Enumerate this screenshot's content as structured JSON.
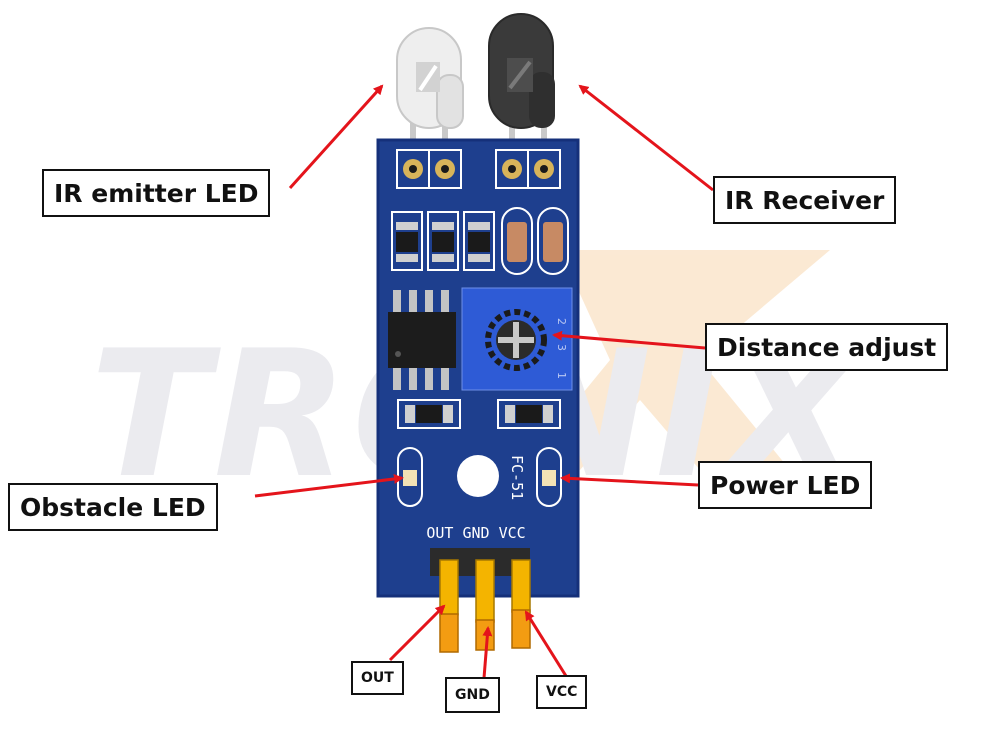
{
  "watermark": {
    "text": "TRONIX"
  },
  "board": {
    "model_text": "FC-51",
    "pin_header_text": "OUT GND VCC",
    "pot_markings": [
      "2",
      "3",
      "1"
    ]
  },
  "labels": {
    "ir_emitter": "IR emitter LED",
    "ir_receiver": "IR Receiver",
    "distance_adjust": "Distance adjust",
    "obstacle_led": "Obstacle LED",
    "power_led": "Power LED",
    "pin_out": "OUT",
    "pin_gnd": "GND",
    "pin_vcc": "VCC"
  },
  "colors": {
    "pcb": "#1e3f8e",
    "pcb_edge": "#15307a",
    "silkscreen": "#ffffff",
    "arrow": "#e4141b",
    "pin_gold": "#f4b400",
    "pin_orange": "#f39c12",
    "header_black": "#2b2b2b",
    "pot_blue": "#2e5bd6",
    "emitter_led": "#e8e8e8",
    "receiver_led": "#3a3a3a",
    "watermark_gray": "#e9e9ee",
    "watermark_orange": "#fbe7cf"
  }
}
